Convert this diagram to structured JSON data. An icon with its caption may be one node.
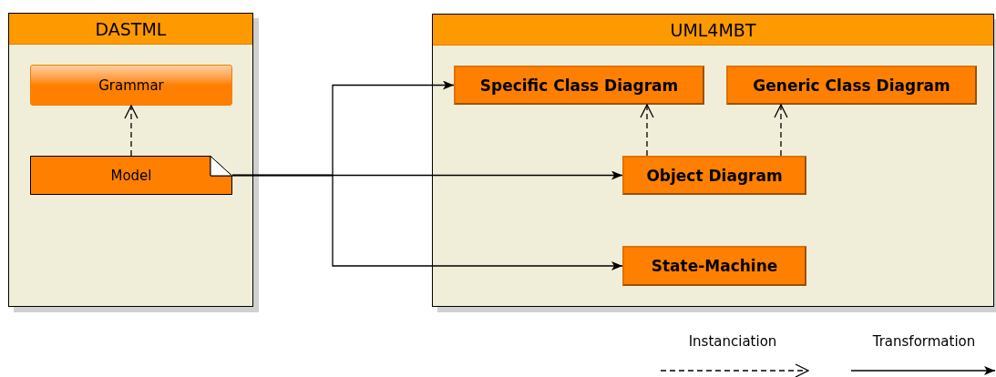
{
  "diagram": {
    "nodes": [
      {
        "text": [
          "DASTML"
        ]
      },
      {
        "text": [
          "Grammar"
        ],
        "in": 0
      },
      {
        "text": [
          "Model"
        ],
        "in": 0
      },
      {
        "text": [
          "UML4MBT"
        ]
      },
      {
        "text": [
          "Specific Class Diagram"
        ],
        "in": 3
      },
      {
        "text": [
          "Generic Class Diagram"
        ],
        "in": 3
      },
      {
        "text": [
          "Object Diagram"
        ],
        "in": 3
      },
      {
        "text": [
          "State-Machine"
        ],
        "in": 3
      }
    ],
    "edges": [
      {
        "from": 2,
        "to": 1,
        "arrow": "to",
        "style": "dashed"
      },
      {
        "from": 6,
        "to": 4,
        "arrow": "to",
        "style": "dashed"
      },
      {
        "from": 6,
        "to": 5,
        "arrow": "to",
        "style": "dashed"
      },
      {
        "from": 2,
        "to": 4,
        "arrow": "to"
      },
      {
        "from": 2,
        "to": 6,
        "arrow": "to"
      },
      {
        "from": 2,
        "to": 7,
        "arrow": "to"
      }
    ],
    "legend": [
      {
        "text": "Instanciation"
      },
      {
        "text": "Transformation"
      }
    ]
  }
}
